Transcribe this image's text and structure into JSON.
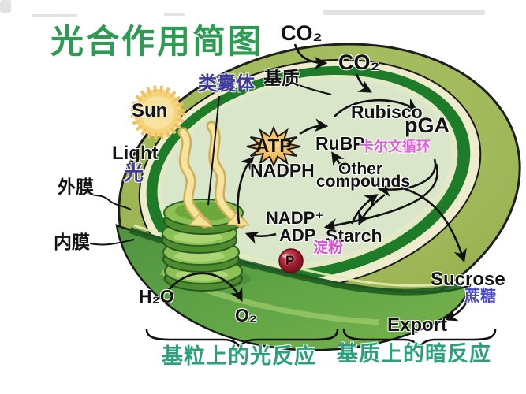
{
  "title": "光合作用简图",
  "labels": {
    "co2_outside": "CO₂",
    "co2_inside": "CO₂",
    "stroma": "基质",
    "thylakoid": "类囊体",
    "sun": "Sun",
    "light_en": "Light",
    "light_cn": "光",
    "outer_membrane": "外膜",
    "inner_membrane": "内膜",
    "atp": "ATP",
    "nadph": "NADPH",
    "rubp": "RuBP",
    "rubisco": "Rubisco",
    "pga": "pGA",
    "calvin_cycle_cn": "卡尔文循环",
    "other_line1": "Other",
    "other_line2": "compounds",
    "nadp_plus": "NADP⁺",
    "adp": "ADP",
    "starch_en": "Starch",
    "starch_cn": "淀粉",
    "phosphate": "P",
    "sucrose_en": "Sucrose",
    "sucrose_cn": "蔗糖",
    "export": "Export",
    "h2o": "H₂O",
    "o2": "O₂"
  },
  "footer": {
    "light_reactions": "基粒上的光反应",
    "dark_reactions": "基质上的暗反应"
  },
  "colors": {
    "title_green": "#2d9b52",
    "accent_purple": "#3f3a99",
    "calvin_magenta": "#e05fd8",
    "starch_magenta": "#d94fd4",
    "sucrose_blue": "#4747c7",
    "footer_teal": "#2aa17b",
    "text_black": "#121212",
    "atp_orange": "#f2b553",
    "sun_yellow": "#f5d47c",
    "chloroplast_olive": "#9cb454",
    "thylakoid_band_green": "#1e7c29",
    "stroma_pale": "#d9e6ca",
    "grana_green": "#8ec155",
    "cup_green": "#5fa243",
    "phosphate_red": "#a01b2c"
  }
}
